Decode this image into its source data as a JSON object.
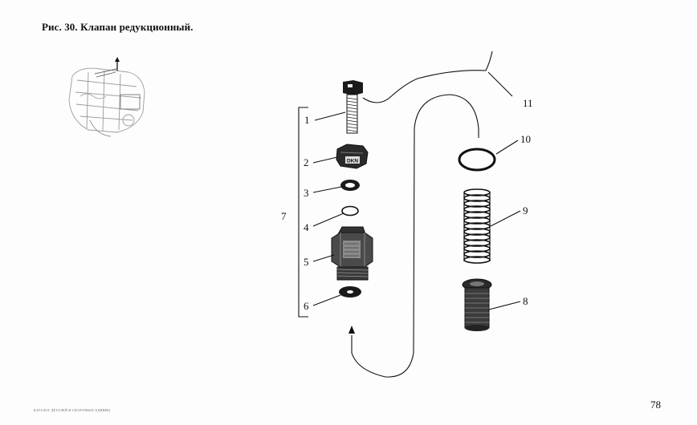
{
  "title": "Рис. 30. Клапан редукционный.",
  "page_number": "78",
  "footer_text": "КАТАЛОГ ДЕТАЛЕЙ И СБОРОЧНЫХ ЕДИНИЦ",
  "callouts": [
    "1",
    "2",
    "3",
    "4",
    "5",
    "6",
    "7",
    "8",
    "9",
    "10",
    "11"
  ],
  "part_text": "DKN",
  "colors": {
    "ink": "#111111",
    "paper": "#fdfdfd"
  },
  "icons": [
    "engine-location-thumbnail-icon",
    "arrow-up-icon"
  ]
}
